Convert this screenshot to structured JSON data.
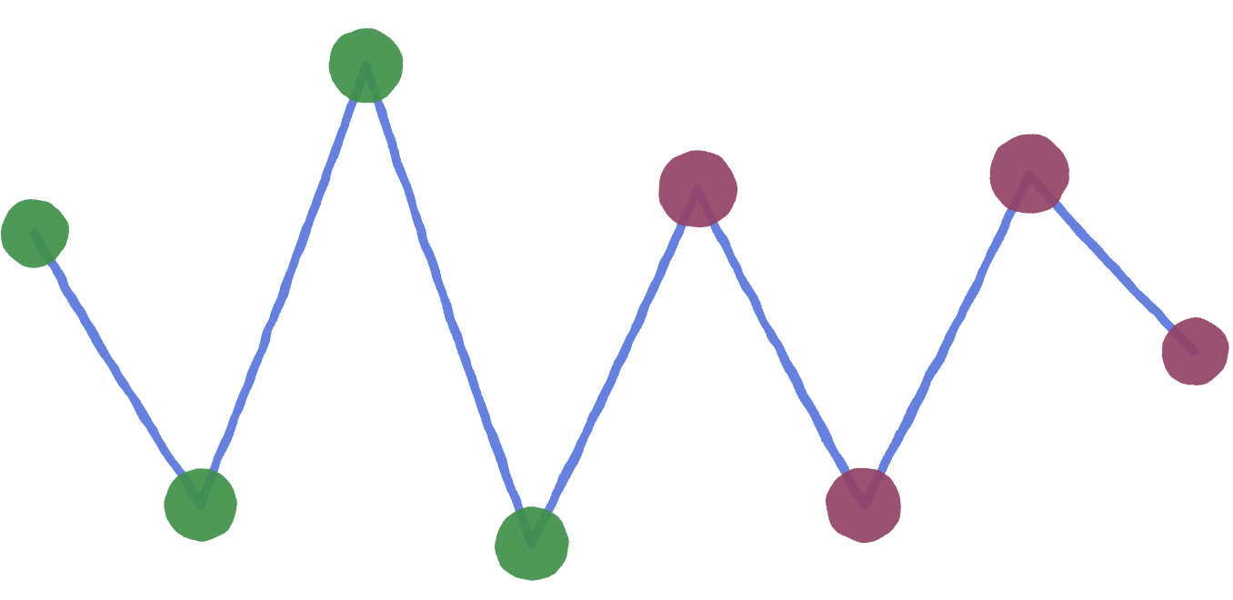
{
  "chart_data": {
    "type": "line",
    "title": "",
    "xlabel": "",
    "ylabel": "",
    "x": [
      0,
      1,
      2,
      3,
      4,
      5,
      6,
      7
    ],
    "values": [
      6.6,
      1.1,
      10.0,
      0.3,
      7.5,
      1.1,
      7.8,
      4.2
    ],
    "point_groups": [
      "green",
      "green",
      "green",
      "green",
      "red",
      "red",
      "red",
      "red"
    ],
    "ylim": [
      0,
      10.5
    ],
    "grid": false,
    "legend": "none",
    "colors": {
      "line": "#6680dd",
      "green": "#3f8f4a",
      "red": "#934266",
      "background": "#ffffff"
    },
    "style": "hand-drawn"
  }
}
